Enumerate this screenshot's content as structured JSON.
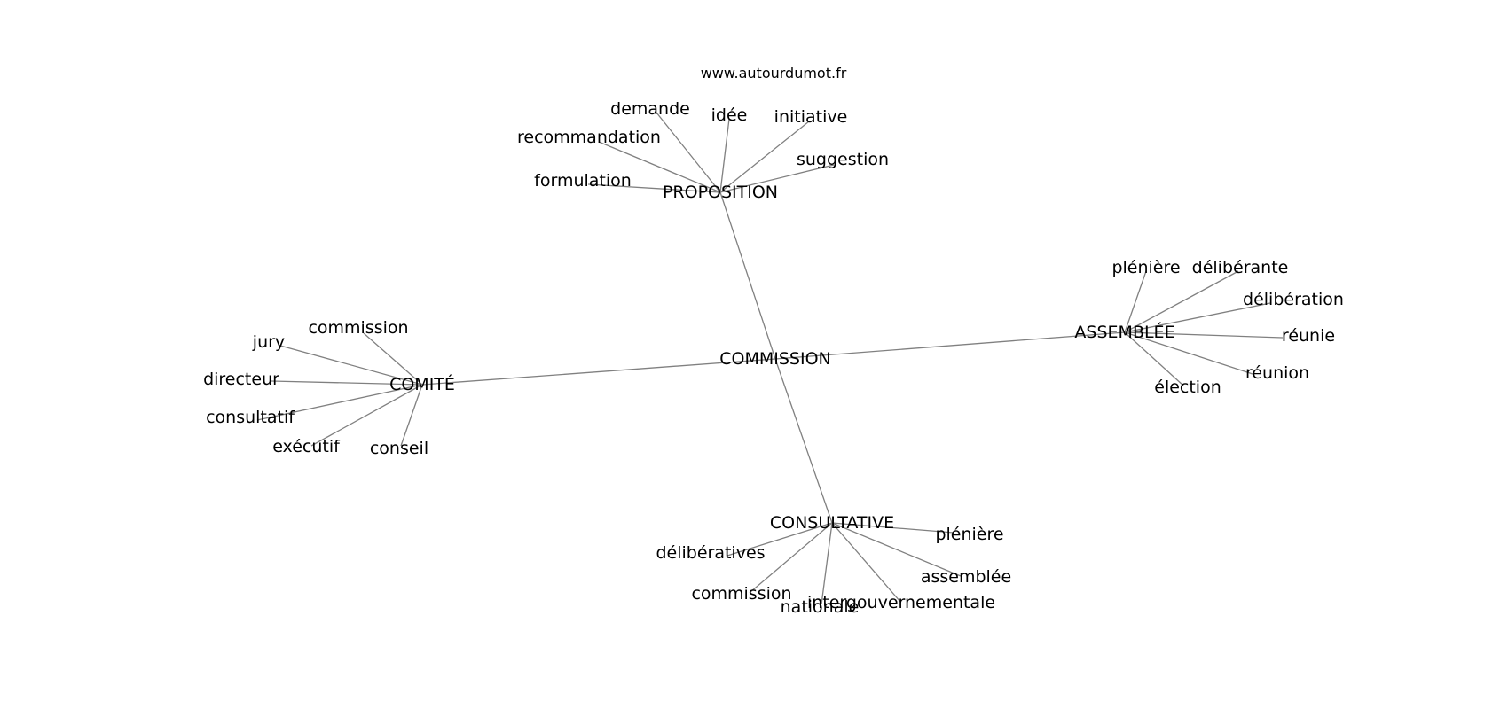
{
  "watermark": "www.autourdumot.fr",
  "center": "COMMISSION",
  "groups": [
    {
      "hub": "PROPOSITION",
      "leaves": [
        "demande",
        "idée",
        "initiative",
        "recommandation",
        "suggestion",
        "formulation"
      ]
    },
    {
      "hub": "COMITÉ",
      "leaves": [
        "commission",
        "jury",
        "directeur",
        "consultatif",
        "exécutif",
        "conseil"
      ]
    },
    {
      "hub": "ASSEMBLÉE",
      "leaves": [
        "plénière",
        "délibérante",
        "délibération",
        "réunie",
        "réunion",
        "élection"
      ]
    },
    {
      "hub": "CONSULTATIVE",
      "leaves": [
        "plénière",
        "délibératives",
        "assemblée",
        "commission",
        "nationale",
        "intergouvernementale"
      ]
    }
  ]
}
